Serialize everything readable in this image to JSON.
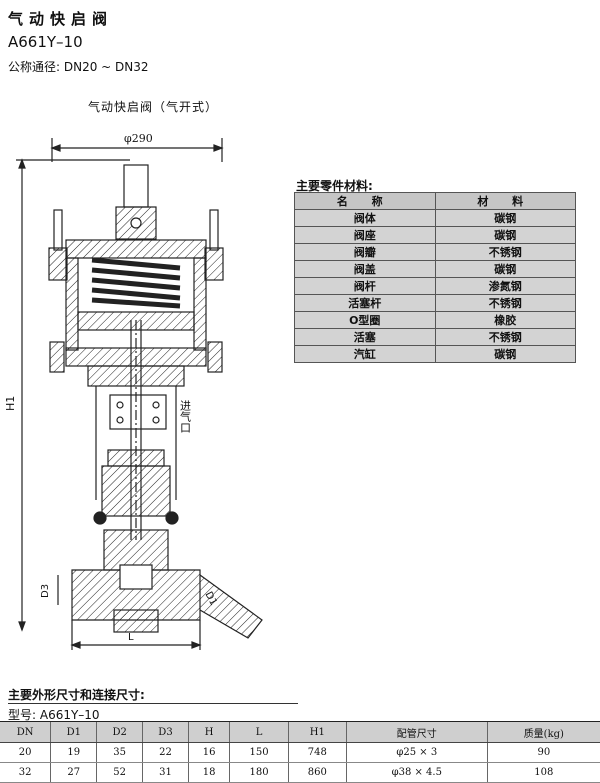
{
  "header": {
    "title": "气动快启阀",
    "model": "A661Y–10",
    "nominal_label": "公称通径:",
    "nominal_value": "DN20 ~ DN32"
  },
  "drawing": {
    "caption": "气动快启阀（气开式）",
    "dim_top": "φ290",
    "dim_h1": "H1",
    "dim_d3": "D3",
    "dim_d1": "D1",
    "dim_l": "L",
    "inlet_label": "进气口"
  },
  "parts": {
    "heading": "主要零件材料:",
    "headers": [
      "名 称",
      "材 料"
    ],
    "rows": [
      {
        "name": "阀体",
        "material": "碳钢"
      },
      {
        "name": "阀座",
        "material": "碳钢"
      },
      {
        "name": "阀瓣",
        "material": "不锈钢"
      },
      {
        "name": "阀盖",
        "material": "碳钢"
      },
      {
        "name": "阀杆",
        "material": "渗氮钢"
      },
      {
        "name": "活塞杆",
        "material": "不锈钢"
      },
      {
        "name": "O型圈",
        "material": "橡胶"
      },
      {
        "name": "活塞",
        "material": "不锈钢"
      },
      {
        "name": "汽缸",
        "material": "碳钢"
      }
    ]
  },
  "dimensions": {
    "heading": "主要外形尺寸和连接尺寸:",
    "model_label": "型号: A661Y–10",
    "columns": [
      "DN",
      "D1",
      "D2",
      "D3",
      "H",
      "L",
      "H1",
      "配管尺寸",
      "质量(kg)"
    ],
    "rows": [
      [
        "20",
        "19",
        "35",
        "22",
        "16",
        "150",
        "748",
        "φ25 × 3",
        "90"
      ],
      [
        "32",
        "27",
        "52",
        "31",
        "18",
        "180",
        "860",
        "φ38 × 4.5",
        "108"
      ]
    ]
  }
}
